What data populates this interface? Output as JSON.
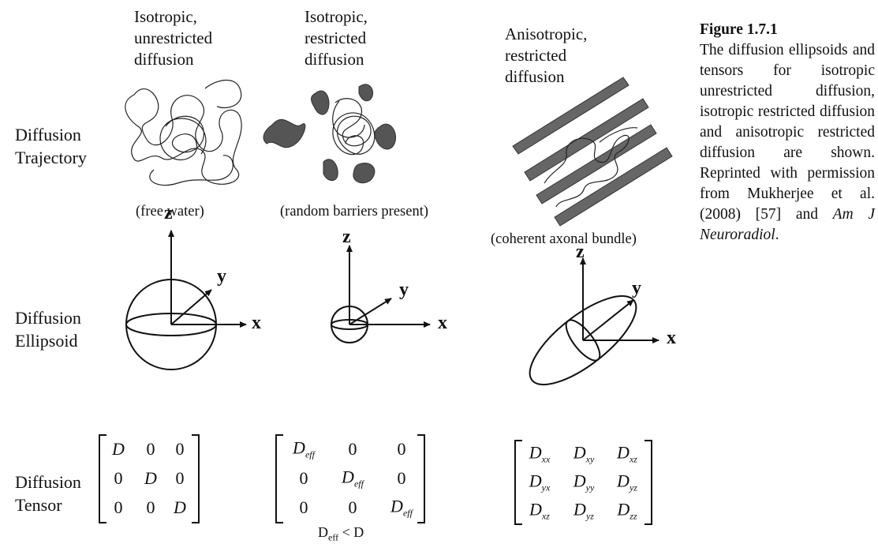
{
  "columns": [
    {
      "header": [
        "Isotropic,",
        "unrestricted",
        "diffusion"
      ],
      "note": "(free water)"
    },
    {
      "header": [
        "Isotropic,",
        "restricted",
        "diffusion"
      ],
      "note": "(random barriers present)"
    },
    {
      "header": [
        "Anisotropic,",
        "restricted",
        "diffusion"
      ],
      "note": "(coherent axonal bundle)"
    }
  ],
  "rows": {
    "trajectory": [
      "Diffusion",
      "Trajectory"
    ],
    "ellipsoid": [
      "Diffusion",
      "Ellipsoid"
    ],
    "tensor": [
      "Diffusion",
      "Tensor"
    ]
  },
  "axes": {
    "x": "x",
    "y": "y",
    "z": "z"
  },
  "tensors": {
    "isotropic": [
      [
        "D",
        "0",
        "0"
      ],
      [
        "0",
        "D",
        "0"
      ],
      [
        "0",
        "0",
        "D"
      ]
    ],
    "restricted_sym": "D",
    "restricted_sub": "eff",
    "anisotropic_sym": "D",
    "anisotropic_subs": [
      [
        "xx",
        "xy",
        "xz"
      ],
      [
        "yx",
        "yy",
        "yz"
      ],
      [
        "xz",
        "yz",
        "zz"
      ]
    ]
  },
  "condition": {
    "base": "D",
    "sub": "eff",
    "rest": " < D"
  },
  "caption": {
    "title": "Figure 1.7.1",
    "body": "The diffusion ellipsoids and tensors for isotropic unrestricted diffusion, isotropic restricted diffusion and anisotropic restricted diffusion are shown. Reprinted with permission from Mukherjee et al. (2008) [57] and",
    "journal": "Am J Neuroradiol",
    "end": "."
  }
}
